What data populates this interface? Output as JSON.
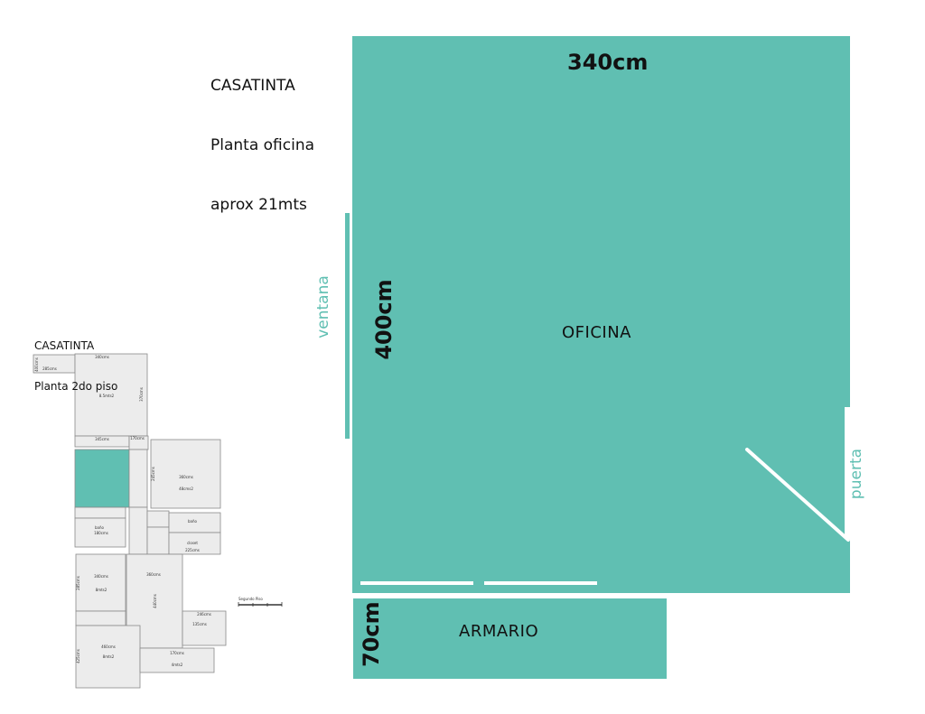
{
  "colors": {
    "teal": "#60bfb2",
    "teal_text": "#5fbfb2",
    "mini_room_fill": "#ececec",
    "mini_room_stroke": "#8a8a8a",
    "wall_white": "#ffffff"
  },
  "main": {
    "brand": "CASATINTA",
    "subtitle": "Planta oficina",
    "area": "aprox 21mts"
  },
  "office": {
    "width_label": "340cm",
    "height_label": "400cm",
    "room_label": "OFICINA",
    "window_label": "ventana",
    "door_label": "puerta"
  },
  "closet": {
    "room_label": "ARMARIO",
    "depth_label": "70cm"
  },
  "mini_plan": {
    "brand": "CASATINTA",
    "subtitle": "Planta 2do piso",
    "scale_label": "Segundo Piso",
    "labels": {
      "r1": "340cms",
      "r2": "400cms",
      "r3": "8.5mts2",
      "r4": "370cms",
      "r5": "285cms",
      "r6": "345cms",
      "r7": "170cms",
      "r8": "245cms",
      "r9": "360cms",
      "r10": "48cms2",
      "r11": "baño",
      "r12": "180cms",
      "r13": "closet",
      "r14": "225cms",
      "r15": "340cms",
      "r16": "285cms",
      "r17": "8mts2",
      "r18": "360cms",
      "r19": "440cms",
      "r20": "460cms",
      "r21": "425cms",
      "r22": "8mts2",
      "r23": "baño",
      "r24": "170cms",
      "r25": "246cms",
      "r26": "4mts2",
      "r27": "135cms"
    }
  }
}
